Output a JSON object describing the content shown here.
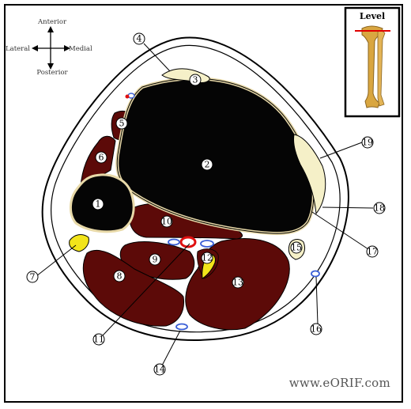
{
  "compass": {
    "anterior": "Anterior",
    "posterior": "Posterior",
    "lateral": "Lateral",
    "medial": "Medial"
  },
  "inset": {
    "title": "Level"
  },
  "labels": {
    "l1": "1",
    "l2": "2",
    "l3": "3",
    "l4": "4",
    "l5": "5",
    "l6": "6",
    "l7": "7",
    "l8": "8",
    "l9": "9",
    "l10": "10",
    "l11": "11",
    "l12": "12",
    "l13": "13",
    "l14": "14",
    "l15": "15",
    "l16": "16",
    "l17": "17",
    "l18": "18",
    "l19": "19"
  },
  "watermark": "www.eORIF.com",
  "colors": {
    "bone": "#050505",
    "muscle": "#5c0a08",
    "tendon": "#f5f0c8",
    "nerve": "#f2e41a",
    "vein": "#3a5fd6",
    "artery": "#e01010",
    "level_line": "#e00000"
  }
}
